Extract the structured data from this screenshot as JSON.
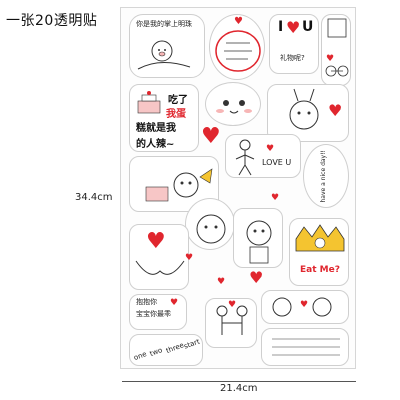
{
  "caption": "一张20透明贴",
  "dimensions": {
    "height": "34.4cm",
    "width": "21.4cm"
  },
  "stickers": {
    "s1": "你是我的掌上明珠",
    "s2_line1": "I",
    "s2_line2": "U",
    "s2_line3": "礼物呢?",
    "s3_line1": "吃了",
    "s3_line2": "我蛋",
    "s3_line3": "糕就是我",
    "s3_line4": "的人辣~",
    "s4": "LOVE U",
    "s5": "have a nice day!!",
    "s6": "Eat Me?",
    "s7_line1": "抱抱你",
    "s7_line2": "宝宝你最乖",
    "s8_line1": "one",
    "s8_line2": "two",
    "s8_line3": "three",
    "s8_line4": "start"
  },
  "colors": {
    "heart": "#e0262e",
    "gold": "#f4c430",
    "border": "#cfcfcf"
  }
}
